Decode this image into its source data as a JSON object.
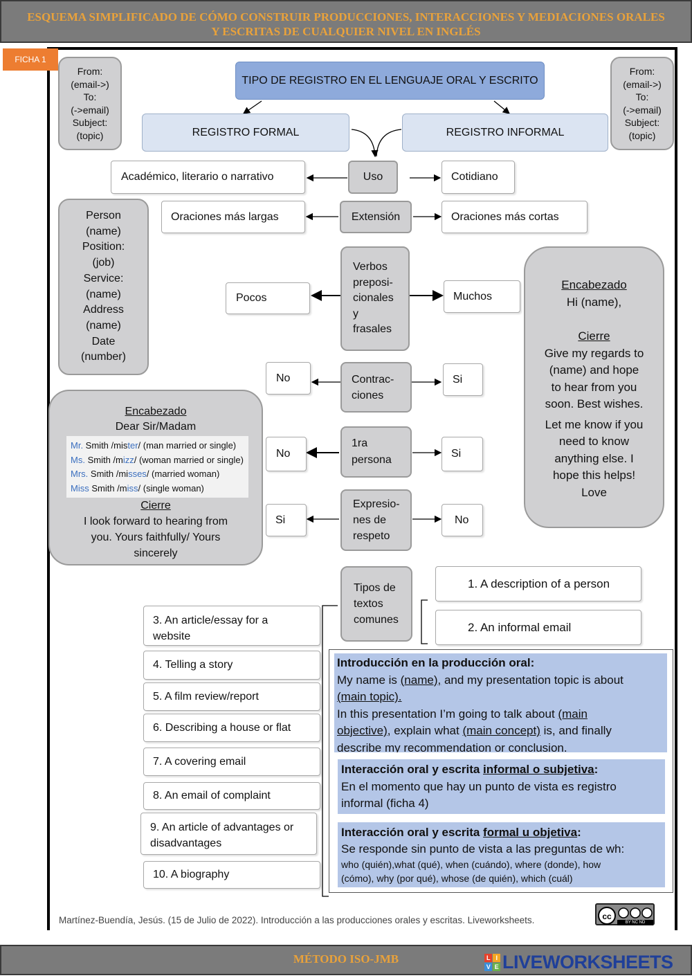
{
  "header": {
    "line1": "ESQUEMA SIMPLIFICADO DE CÓMO CONSTRUIR PRODUCCIONES, INTERACCIONES Y MEDIACIONES ORALES",
    "line2": "Y ESCRITAS DE CUALQUIER NIVEL EN INGLÉS"
  },
  "tag": "FICHA 1",
  "email_left": [
    "From:",
    "(email->)",
    "To:",
    "(->email)",
    "Subject:",
    "(topic)"
  ],
  "email_right": [
    "From:",
    "(email->)",
    "To:",
    "(->email)",
    "Subject:",
    "(topic)"
  ],
  "title": "TIPO DE REGISTRO EN EL LENGUAJE ORAL Y ESCRITO",
  "formal": "REGISTRO FORMAL",
  "informal": "REGISTRO INFORMAL",
  "rows": {
    "uso": {
      "label": "Uso",
      "left": "Académico, literario o narrativo",
      "right": "Cotidiano"
    },
    "extension": {
      "label": "Extensión",
      "left": "Oraciones más largas",
      "right": "Oraciones más cortas"
    },
    "verbos": {
      "label": [
        "Verbos",
        "preposi-",
        "cionales",
        "y",
        "frasales"
      ],
      "left": "Pocos",
      "right": "Muchos"
    },
    "contracciones": {
      "label": [
        "Contrac-",
        "ciones"
      ],
      "left": "No",
      "right": "Si"
    },
    "persona": {
      "label": [
        "1ra",
        "persona"
      ],
      "left": "No",
      "right": "Si"
    },
    "respeto": {
      "label": [
        "Expresio-",
        "nes de",
        "respeto"
      ],
      "left": "Si",
      "right": "No"
    },
    "tipos": {
      "label": [
        "Tipos de",
        "textos",
        "comunes"
      ]
    }
  },
  "person_box": [
    "Person",
    "(name)",
    "Position:",
    "(job)",
    "Service:",
    "(name)",
    "Address",
    "(name)",
    "Date",
    "(number)"
  ],
  "formal_box": {
    "enc_title": "Encabezado",
    "greeting": "Dear Sir/Madam",
    "titles": [
      {
        "t": "Mr.",
        "a": " Smith /mis",
        "b": "ter",
        "c": "/ (man married or single)"
      },
      {
        "t": "Ms.",
        "a": " Smith /m",
        "b": "izz",
        "c": "/ (woman married or single)"
      },
      {
        "t": "Mrs.",
        "a": " Smith /mi",
        "b": "sses",
        "c": "/ (married woman)"
      },
      {
        "t": "Miss",
        "a": " Smith /m",
        "b": "iss",
        "c": "/ (single woman)"
      }
    ],
    "cierre_title": "Cierre",
    "cierre": [
      "I look forward to hearing from",
      "you. Yours faithfully/ Yours",
      "sincerely"
    ]
  },
  "informal_box": {
    "enc_title": "Encabezado",
    "greeting": "Hi (name),",
    "cierre_title": "Cierre",
    "cierre": [
      "Give my regards to",
      "(name) and hope",
      "to hear from you",
      "soon. Best wishes."
    ],
    "extra": [
      "Let me know if you",
      "need to know",
      "anything else. I",
      "hope this helps!",
      "Love"
    ]
  },
  "texts_right": [
    "1.   A description of a person",
    "2.   An informal email"
  ],
  "texts_left": [
    "3. An article/essay for a",
    "website",
    "4. Telling a story",
    "5. A film review/report",
    "6. Describing a house or flat",
    "7. A covering email",
    "8. An email of complaint",
    "9. An article of advantages or",
    "disadvantages",
    "10. A biography"
  ],
  "intro": {
    "title": "Introducción en la producción oral:",
    "p1a": "My name is ",
    "p1b": "(name),",
    "p1c": " and my presentation topic is about",
    "p1d": "(main topic).",
    "p2a": "In this presentation I’m going to talk about ",
    "p2b": "(main",
    "p2c": "objective)",
    "p2d": ", explain what ",
    "p2e": "(main concept)",
    "p2f": " is, and finally",
    "p2g": "describe my recommendation or conclusion."
  },
  "informal_panel": {
    "a": "Interacción oral y escrita ",
    "b": "informal o subjetiva",
    "c": ":",
    "l1": "En el momento que hay un punto de vista es registro",
    "l2": "informal (ficha 4)"
  },
  "formal_panel": {
    "a": "Interacción oral y escrita ",
    "b": "formal u objetiva",
    "c": ":",
    "l1": "Se responde sin punto de vista a las preguntas de wh:",
    "l2": "who (quién),what (qué), when (cuándo), where (donde), how",
    "l3": "(cómo), why (por qué), whose (de quién), which (cuál)"
  },
  "citation": "Martínez-Buendía, Jesús. (15 de Julio de 2022). Introducción a las producciones orales y escritas. Liveworksheets.",
  "cc_badge": "BY NC ND",
  "footer": "MÉTODO ISO-JMB",
  "brand": {
    "letters": [
      "L",
      "I",
      "V",
      "E"
    ],
    "text": "LIVEWORKSHEETS"
  }
}
